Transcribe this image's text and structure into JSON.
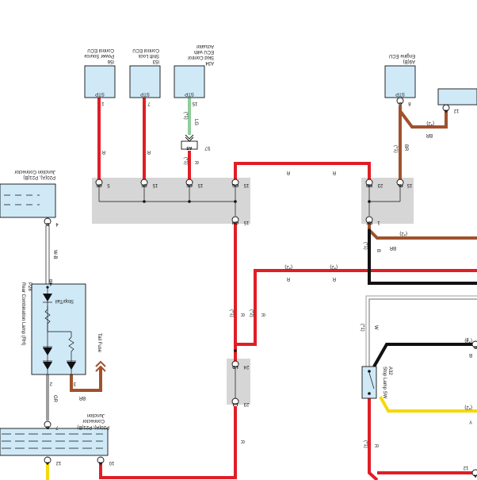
{
  "colors": {
    "red": "#e01e26",
    "brown": "#a0522d",
    "black": "#111111",
    "gray": "#9e9e9e",
    "yellow": "#f5d90a",
    "lightgreen": "#8fce9a",
    "box_fill": "#cfe9f7",
    "junction_fill": "#d6d6d6"
  },
  "ecus": {
    "power_source": {
      "code": "I56",
      "name_line1": "Power Source",
      "name_line2": "Control ECU",
      "pin_label": "STP",
      "pin_no": "1"
    },
    "shift_lock": {
      "code": "I53",
      "name_line1": "Shift Lock",
      "name_line2": "Control ECU",
      "pin_label": "STP",
      "pin_no": "7"
    },
    "skid_control": {
      "code": "A34",
      "name_line1": "Skid Control",
      "name_line2": "ECU with",
      "name_line3": "Actuator",
      "pin_label": "STP",
      "pin_no": "15"
    },
    "engine": {
      "code": "A9(B)",
      "name_line1": "Engine ECU",
      "pin_label": "STP",
      "pin_no": "8"
    }
  },
  "right_top_connector": {
    "pin": "A",
    "pin_no": "12"
  },
  "wire_labels": {
    "r": "R",
    "lg": "LG",
    "br": "BR",
    "b": "B",
    "w": "W",
    "y": "Y",
    "gr": "GR",
    "wb": "W-B",
    "note1": "(*1)",
    "note2": "(*2)"
  },
  "inline_connector": {
    "code": "S7",
    "pin": "A5"
  },
  "junction_left": {
    "pins": [
      {
        "no": "5",
        "code": "CF"
      },
      {
        "no": "15",
        "code": "CF"
      },
      {
        "no": "15",
        "code": "CE"
      },
      {
        "no": "15",
        "code": "CG"
      },
      {
        "no": "15",
        "code": "CH"
      }
    ]
  },
  "junction_right": {
    "pins": [
      {
        "no": "23",
        "code": "RD"
      },
      {
        "no": "15",
        "code": "RL"
      },
      {
        "no": "1",
        "code": "RK"
      }
    ]
  },
  "junction_mid": {
    "pins": [
      {
        "no": "24",
        "code": "LD"
      },
      {
        "no": "23",
        "code": "LJ"
      }
    ]
  },
  "top_junction_connector": {
    "code": "P20(A), P21(B)",
    "name": "Junction Connector",
    "pin": "B",
    "pin_no": "4"
  },
  "rear_lamp": {
    "code": "P28",
    "name": "Rear Combination Lamp (RH)",
    "sub": "Stop/Tail",
    "pins": [
      "4",
      "3",
      "2"
    ]
  },
  "tail_fuse": "Tail Fuse",
  "bottom_junction_connector": {
    "code": "P20(A), P21(B)",
    "name_line1": "Junction",
    "name_line2": "Connector",
    "pins": [
      {
        "letter": "B",
        "no": "7"
      },
      {
        "letter": "A",
        "no": "12"
      },
      {
        "letter": "A",
        "no": "10"
      }
    ]
  },
  "stop_lamp_sw": {
    "code": "A32",
    "name_line1": "Stop Lamp SW"
  },
  "right_edge_pins": [
    {
      "letter": "B",
      "no": "2"
    },
    {
      "letter": "A",
      "no": "12"
    }
  ]
}
